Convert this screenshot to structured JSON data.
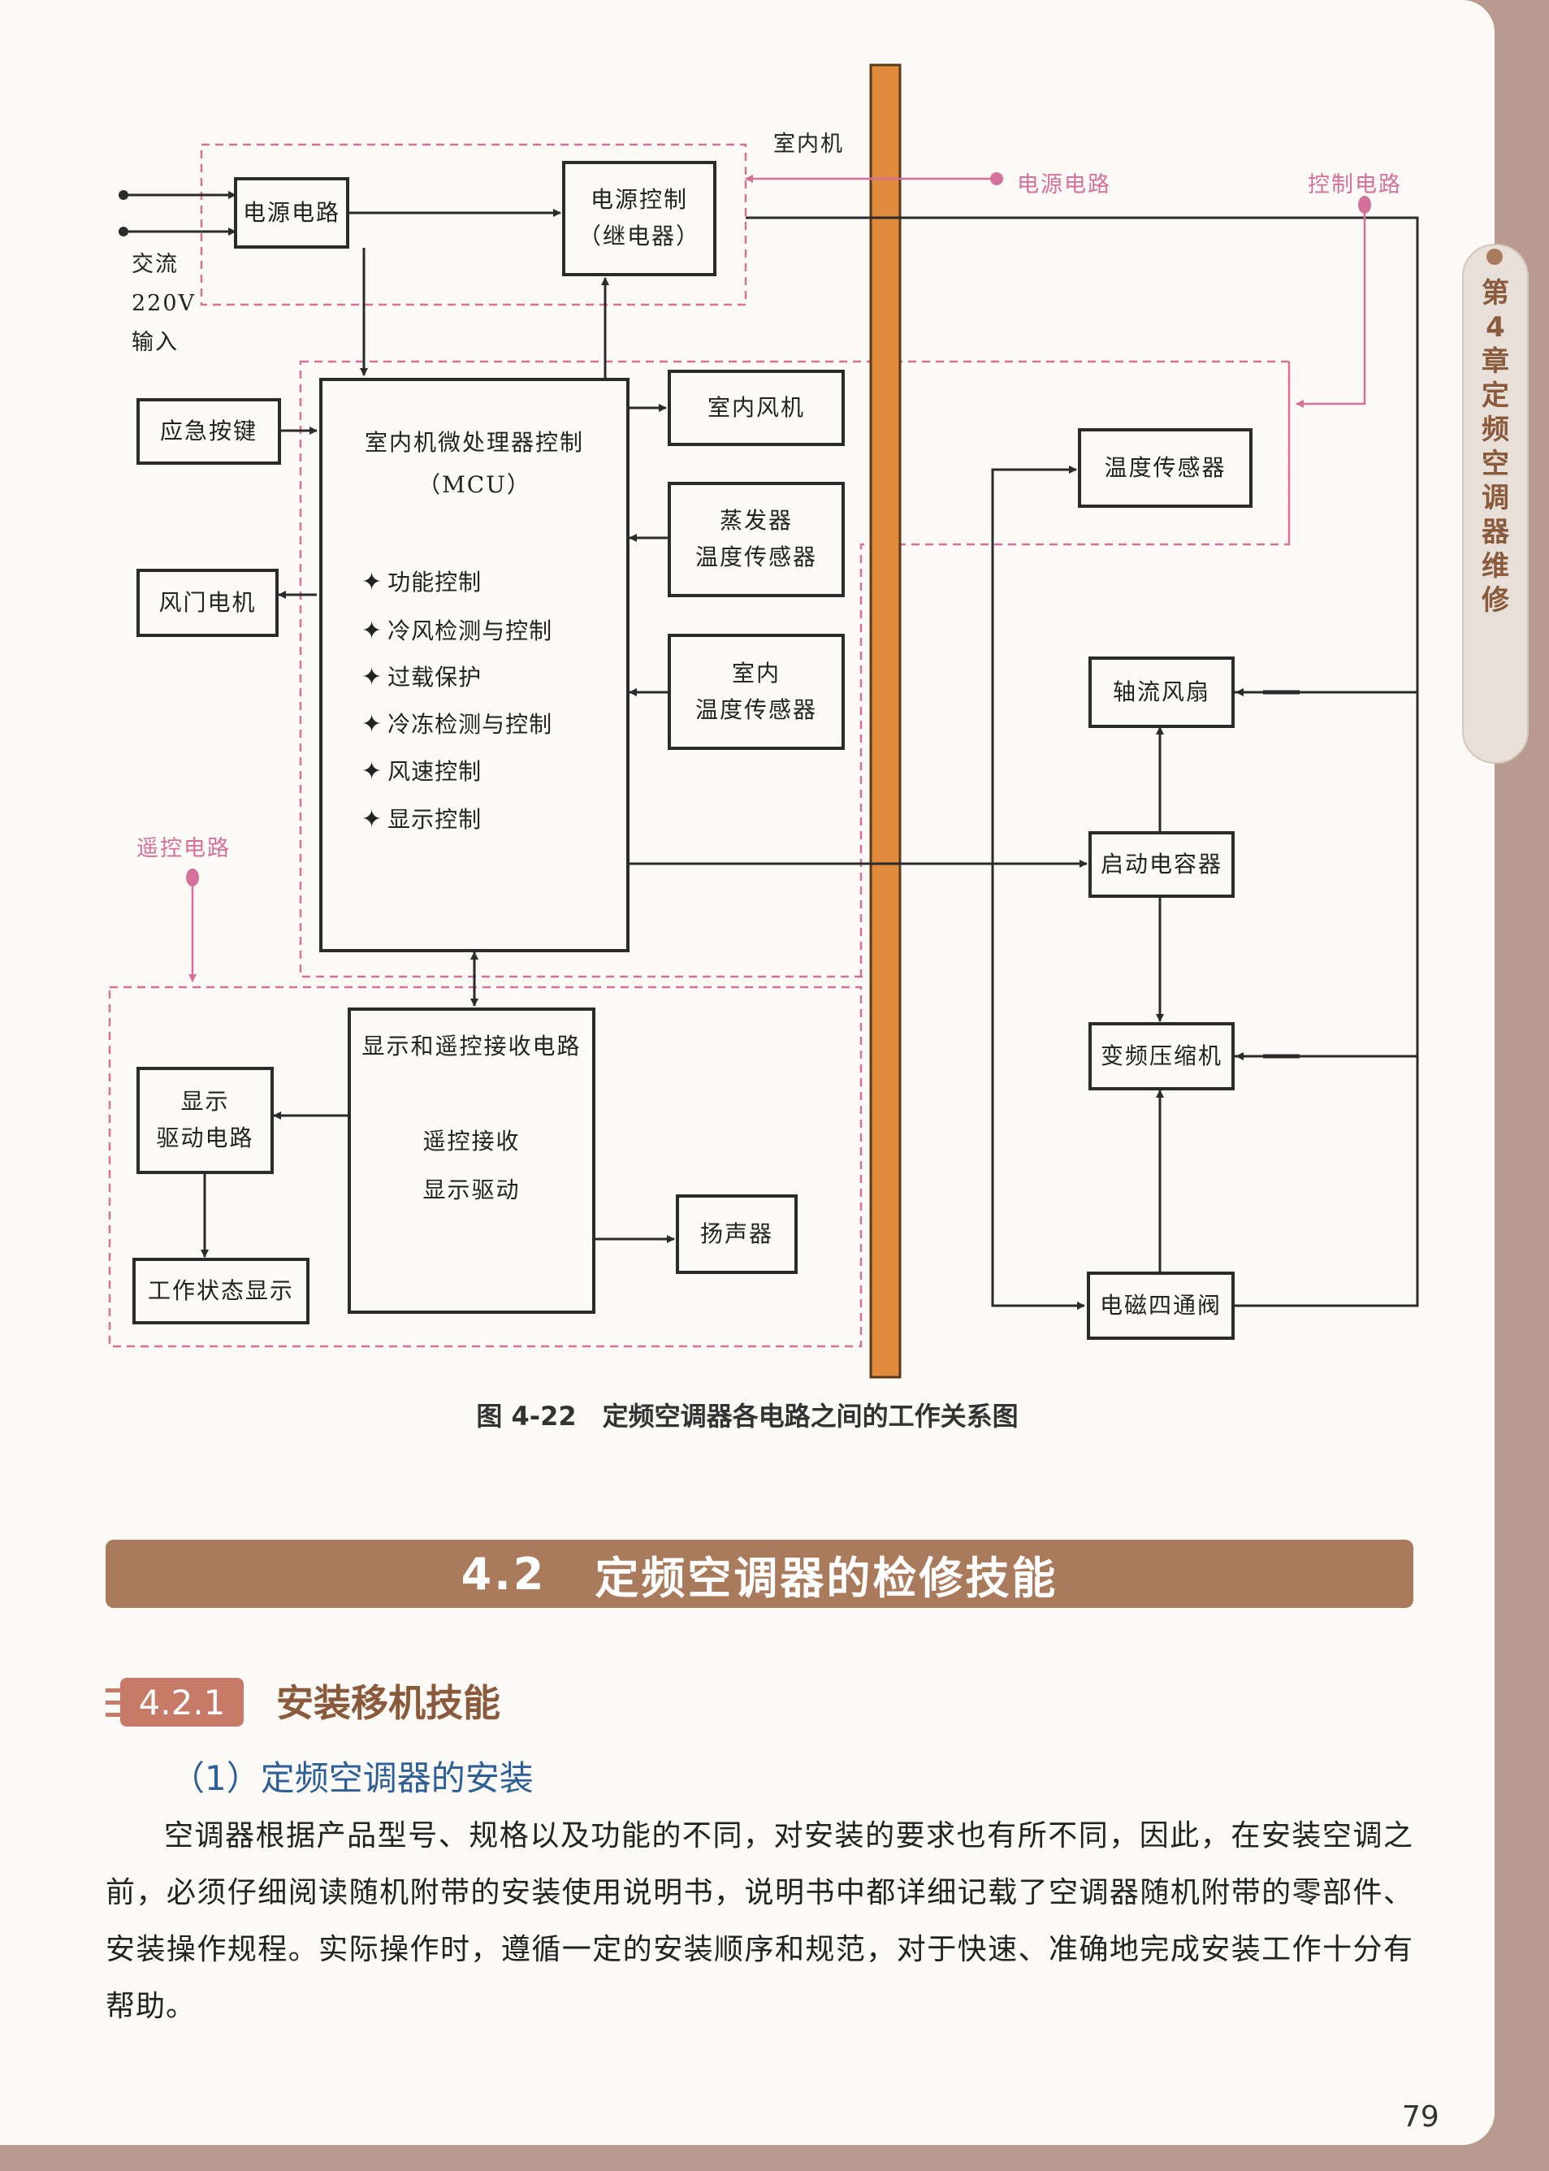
{
  "diagram": {
    "indoor_unit_label": "室内机",
    "legend_power_circuit": "电源电路",
    "legend_control_circuit": "控制电路",
    "legend_remote_circuit": "遥控电路",
    "ac_input_lines": [
      "交流",
      "220V",
      "输入"
    ],
    "boxes": {
      "power_circuit": "电源电路",
      "power_control": [
        "电源控制",
        "（继电器）"
      ],
      "mcu": [
        "室内机微处理器控制",
        "（MCU）"
      ],
      "emergency_key": "应急按键",
      "damper_motor": "风门电机",
      "indoor_fan": "室内风机",
      "evap_sensor": [
        "蒸发器",
        "温度传感器"
      ],
      "indoor_sensor": [
        "室内",
        "温度传感器"
      ],
      "display_receive": "显示和遥控接收电路",
      "remote_receive": "遥控接收",
      "display_drive": "显示驱动",
      "display_driver_circuit": [
        "显示",
        "驱动电路"
      ],
      "status_display": "工作状态显示",
      "speaker": "扬声器",
      "temp_sensor": "温度传感器",
      "axial_fan": "轴流风扇",
      "start_capacitor": "启动电容器",
      "inverter_compressor": "变频压缩机",
      "four_way_valve": "电磁四通阀"
    },
    "mcu_functions": [
      "功能控制",
      "冷风检测与控制",
      "过载保护",
      "冷冻检测与控制",
      "风速控制",
      "显示控制"
    ]
  },
  "caption": "图 4-22　定频空调器各电路之间的工作关系图",
  "section": {
    "number": "4.2",
    "title": "定频空调器的检修技能"
  },
  "subsection": {
    "number": "4.2.1",
    "title": "安装移机技能"
  },
  "install_title": "（1）定频空调器的安装",
  "body_paragraph": "空调器根据产品型号、规格以及功能的不同，对安装的要求也有所不同，因此，在安装空调之前，必须仔细阅读随机附带的安装使用说明书，说明书中都详细记载了空调器随机附带的零部件、安装操作规程。实际操作时，遵循一定的安装顺序和规范，对于快速、准确地完成安装工作十分有帮助。",
  "chapter_tab": "第4章定频空调器维修",
  "page_number": "79",
  "colors": {
    "accent_bar": "#a97a5c",
    "pink": "#d4709a",
    "orange_bus": "#e08a3c",
    "blue_frame": "#7fb3d5"
  }
}
